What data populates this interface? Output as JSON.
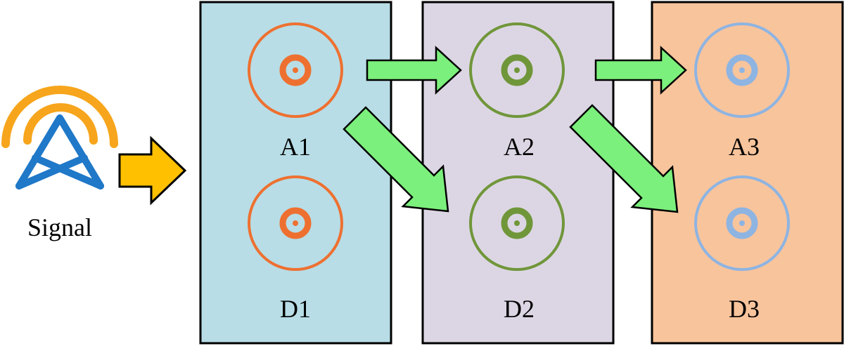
{
  "signal": {
    "label": "Signal",
    "icon": "antenna-tower-icon",
    "wave_color": "#f7a51c",
    "tower_color": "#1f78c8"
  },
  "input_arrow_color": "#ffc000",
  "flow_arrow_color": "#7cf07c",
  "stages": [
    {
      "fill": "#b8dde6",
      "ring_color": "#ee7030",
      "labels": [
        "A1",
        "D1"
      ]
    },
    {
      "fill": "#dcd6e4",
      "ring_color": "#70963a",
      "labels": [
        "A2",
        "D2"
      ]
    },
    {
      "fill": "#f8c49c",
      "ring_color": "#8eb4e2",
      "labels": [
        "A3",
        "D3"
      ]
    }
  ]
}
